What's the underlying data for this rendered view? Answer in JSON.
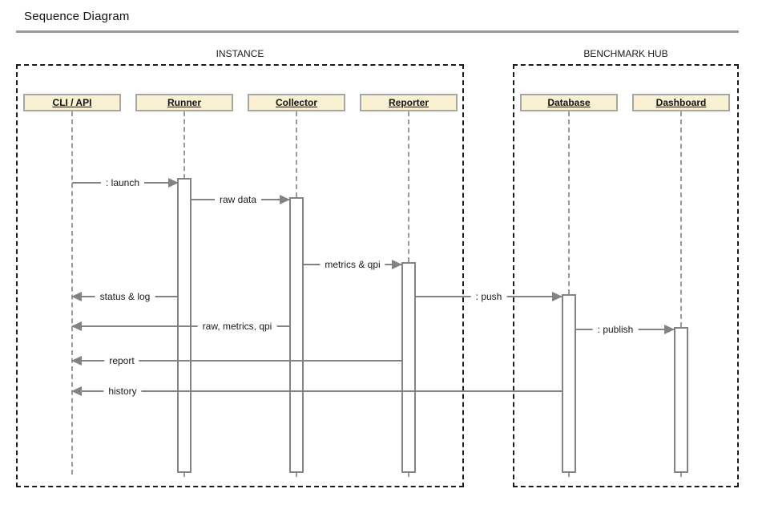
{
  "title": "Sequence Diagram",
  "theme": {
    "ink": "#1a1a1a",
    "line_gray": "#838383",
    "lifeline_gray": "#9a9a9a",
    "frame_border": "#1c1c1c",
    "header_fill": "#faf0d2",
    "header_border": "#a6a6a6",
    "rule_gray": "#9a9a9a"
  },
  "frames": [
    {
      "label": "INSTANCE"
    },
    {
      "label": "BENCHMARK HUB"
    }
  ],
  "lifelines": [
    {
      "label": "CLI / API"
    },
    {
      "label": "Runner"
    },
    {
      "label": "Collector"
    },
    {
      "label": "Reporter"
    },
    {
      "label": "Database"
    },
    {
      "label": "Dashboard"
    }
  ],
  "messages": [
    {
      "label": ": launch",
      "from": "CLI / API",
      "to": "Runner",
      "direction": "right"
    },
    {
      "label": "raw data",
      "from": "Runner",
      "to": "Collector",
      "direction": "right"
    },
    {
      "label": "metrics & qpi",
      "from": "Collector",
      "to": "Reporter",
      "direction": "right"
    },
    {
      "label": "status & log",
      "from": "Runner",
      "to": "CLI / API",
      "direction": "left"
    },
    {
      "label": ": push",
      "from": "Reporter",
      "to": "Database",
      "direction": "right"
    },
    {
      "label": "raw, metrics, qpi",
      "from": "Collector",
      "to": "CLI / API",
      "direction": "left"
    },
    {
      "label": ": publish",
      "from": "Database",
      "to": "Dashboard",
      "direction": "right"
    },
    {
      "label": "report",
      "from": "Reporter",
      "to": "CLI / API",
      "direction": "left"
    },
    {
      "label": "history",
      "from": "Database",
      "to": "CLI / API",
      "direction": "left"
    }
  ]
}
